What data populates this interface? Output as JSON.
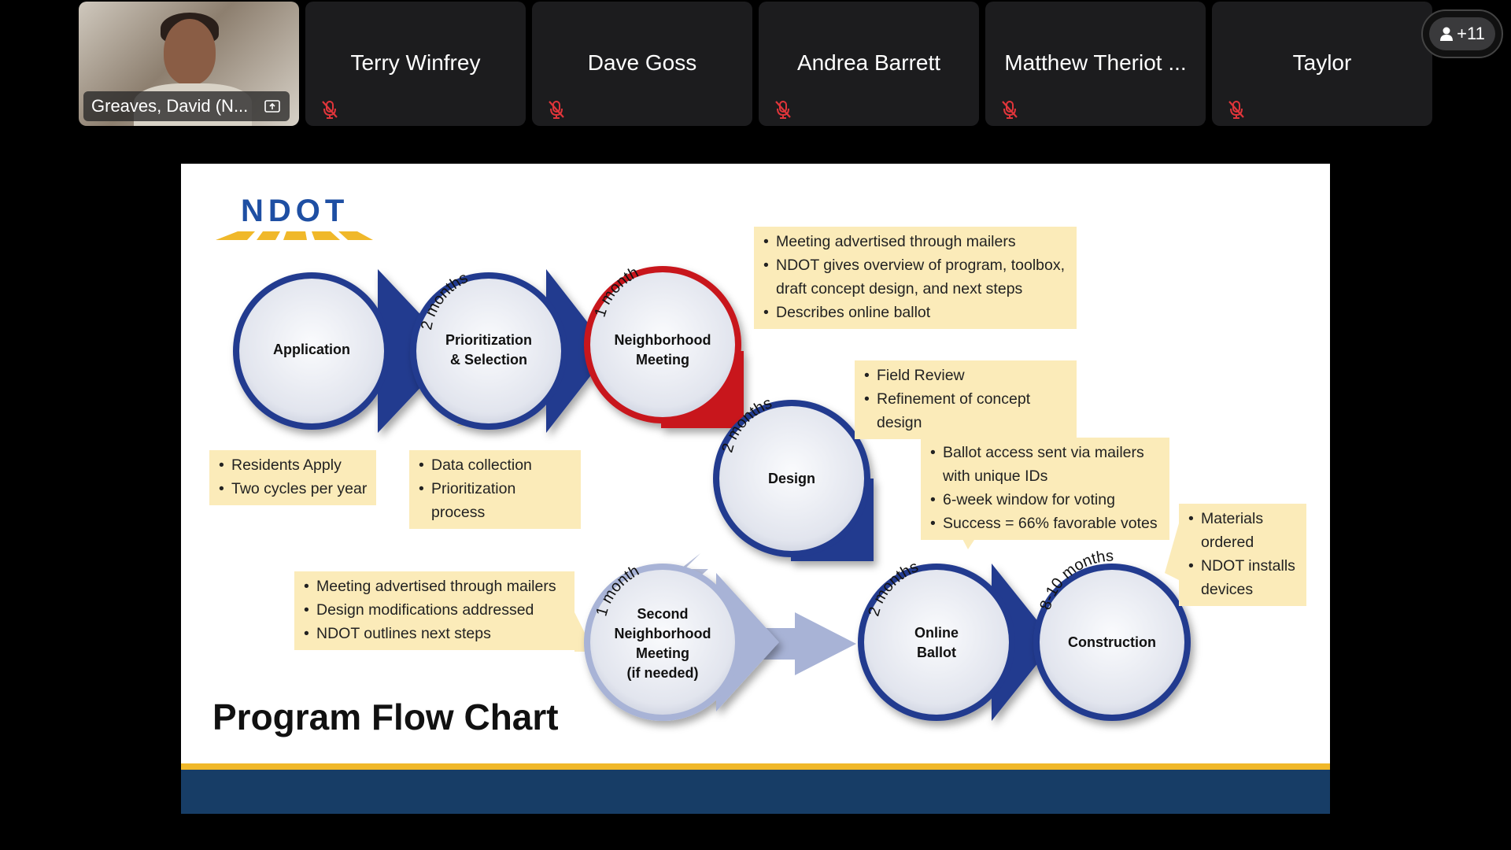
{
  "participants": {
    "self": {
      "name": "Greaves, David (N..."
    },
    "tiles": [
      {
        "name": "Terry Winfrey"
      },
      {
        "name": "Dave Goss"
      },
      {
        "name": "Andrea Barrett"
      },
      {
        "name": "Matthew Theriot ..."
      },
      {
        "name": "Taylor"
      }
    ],
    "more_count": "+11"
  },
  "slide": {
    "logo": "NDOT",
    "title": "Program Flow Chart",
    "stages": {
      "application": {
        "label": "Application"
      },
      "prioritization": {
        "label": "Prioritization\n& Selection",
        "duration": "2 months"
      },
      "neighborhood": {
        "label": "Neighborhood\nMeeting",
        "duration": "1 month"
      },
      "design": {
        "label": "Design",
        "duration": "2 months"
      },
      "second_meeting": {
        "label": "Second\nNeighborhood\nMeeting\n(if needed)",
        "duration": "1 month"
      },
      "ballot": {
        "label": "Online\nBallot",
        "duration": "2 months"
      },
      "construction": {
        "label": "Construction",
        "duration": "8-10 months"
      }
    },
    "notes": {
      "neighborhood": [
        "Meeting advertised through mailers",
        "NDOT gives overview of program, toolbox,",
        "draft concept design, and next steps",
        "Describes online ballot"
      ],
      "design": [
        "Field Review",
        "Refinement of concept design"
      ],
      "application": [
        "Residents Apply",
        "Two cycles per year"
      ],
      "prioritization": [
        "Data collection",
        "Prioritization process"
      ],
      "ballot": [
        "Ballot access sent via mailers",
        "with unique IDs",
        "6-week window for voting",
        "Success = 66% favorable votes"
      ],
      "construction": [
        "Materials",
        "ordered",
        "NDOT installs",
        "devices"
      ],
      "second_meeting": [
        "Meeting advertised through mailers",
        "Design modifications addressed",
        "NDOT outlines next steps"
      ]
    }
  },
  "colors": {
    "navy": "#233a8f",
    "red": "#c8141c",
    "note_bg": "#fbebb9",
    "light_blue": "#a8b3d6"
  }
}
